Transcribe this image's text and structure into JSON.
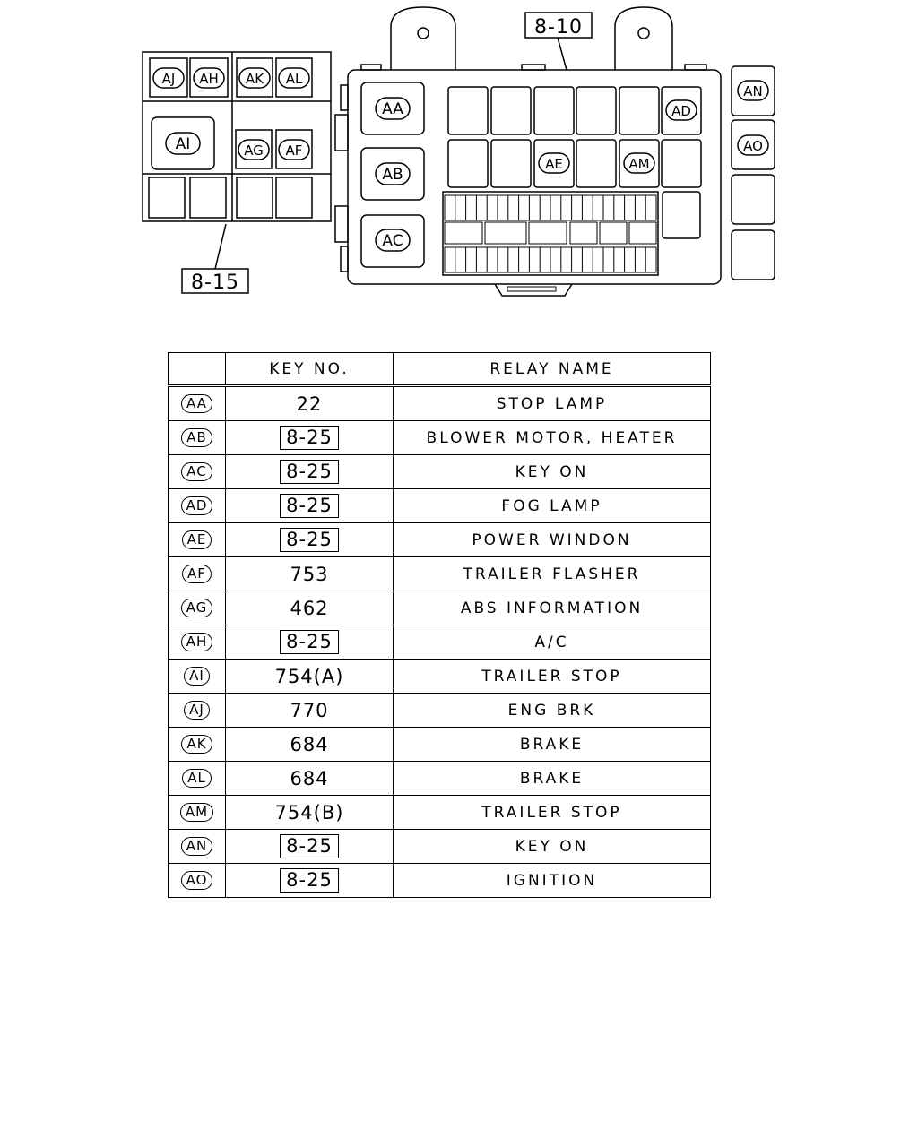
{
  "callouts": {
    "main_box": "8-10",
    "sub_box": "8-15"
  },
  "labels": {
    "AA": "AA",
    "AB": "AB",
    "AC": "AC",
    "AD": "AD",
    "AE": "AE",
    "AF": "AF",
    "AG": "AG",
    "AH": "AH",
    "AI": "AI",
    "AJ": "AJ",
    "AK": "AK",
    "AL": "AL",
    "AM": "AM",
    "AN": "AN",
    "AO": "AO"
  },
  "table": {
    "headers": [
      "",
      "KEY NO.",
      "RELAY NAME"
    ],
    "rows": [
      {
        "id": "AA",
        "key": "22",
        "boxed": false,
        "name": "STOP LAMP"
      },
      {
        "id": "AB",
        "key": "8-25",
        "boxed": true,
        "name": "BLOWER MOTOR, HEATER"
      },
      {
        "id": "AC",
        "key": "8-25",
        "boxed": true,
        "name": "KEY ON"
      },
      {
        "id": "AD",
        "key": "8-25",
        "boxed": true,
        "name": "FOG LAMP"
      },
      {
        "id": "AE",
        "key": "8-25",
        "boxed": true,
        "name": "POWER WINDON"
      },
      {
        "id": "AF",
        "key": "753",
        "boxed": false,
        "name": "TRAILER FLASHER"
      },
      {
        "id": "AG",
        "key": "462",
        "boxed": false,
        "name": "ABS INFORMATION"
      },
      {
        "id": "AH",
        "key": "8-25",
        "boxed": true,
        "name": "A/C"
      },
      {
        "id": "AI",
        "key": "754(A)",
        "boxed": false,
        "name": "TRAILER STOP"
      },
      {
        "id": "AJ",
        "key": "770",
        "boxed": false,
        "name": "ENG BRK"
      },
      {
        "id": "AK",
        "key": "684",
        "boxed": false,
        "name": "BRAKE"
      },
      {
        "id": "AL",
        "key": "684",
        "boxed": false,
        "name": "BRAKE"
      },
      {
        "id": "AM",
        "key": "754(B)",
        "boxed": false,
        "name": "TRAILER STOP"
      },
      {
        "id": "AN",
        "key": "8-25",
        "boxed": true,
        "name": "KEY ON"
      },
      {
        "id": "AO",
        "key": "8-25",
        "boxed": true,
        "name": "IGNITION"
      }
    ]
  }
}
